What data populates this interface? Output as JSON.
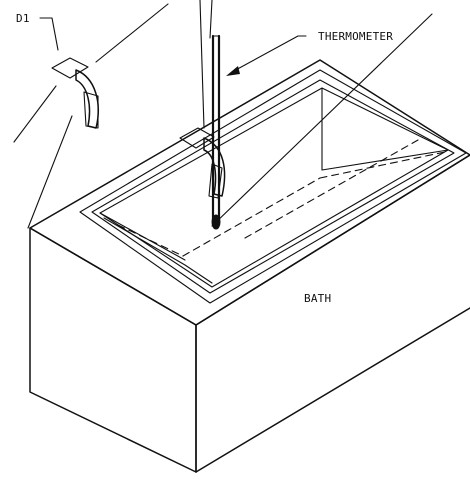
{
  "labels": {
    "clip_id": "D1",
    "thermometer": "THERMOMETER",
    "bath": "BATH"
  },
  "colors": {
    "ink": "#111111",
    "background": "#ffffff"
  }
}
